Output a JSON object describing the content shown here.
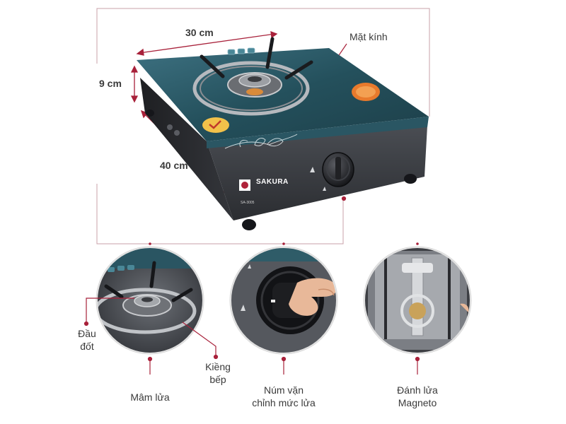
{
  "dimensions": {
    "width_label": "30 cm",
    "height_label": "9 cm",
    "depth_label": "40 cm"
  },
  "callouts": {
    "glass_top": "Mặt kính"
  },
  "product": {
    "brand": "SAKURA",
    "model": "SA-3005"
  },
  "details": {
    "burner_head_line1": "Đầu",
    "burner_head_line2": "đốt",
    "pan_support_line1": "Kiềng",
    "pan_support_line2": "bếp",
    "burner_tray": "Mâm lửa",
    "knob_line1": "Núm vặn",
    "knob_line2": "chỉnh mức lửa",
    "ignition_line1": "Đánh lửa",
    "ignition_line2": "Magneto"
  },
  "colors": {
    "accent": "#b0233a",
    "guide": "#c9a0a8",
    "glass": "#2f5f6c",
    "body": "#3b3d42"
  }
}
